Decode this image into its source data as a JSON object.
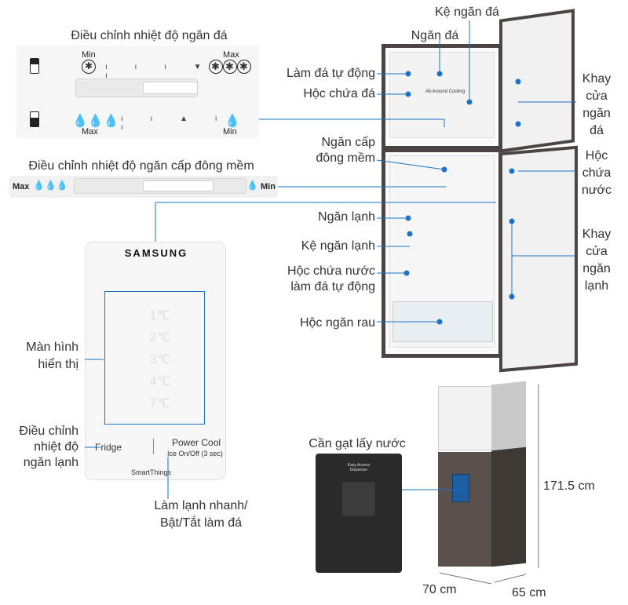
{
  "freezer_adjust": {
    "title": "Điều chỉnh nhiệt độ ngăn đá",
    "min": "Min",
    "max": "Max"
  },
  "soft_freeze_adjust": {
    "title": "Điều chỉnh nhiệt độ ngăn cấp đông mềm",
    "max": "Max",
    "min": "Min"
  },
  "fridge_labels_left": {
    "ke_ngan_da": "Kệ ngăn đá",
    "ngan_da": "Ngăn đá",
    "lam_da_tu_dong": "Làm đá tự động",
    "hoc_chua_da": "Hộc chứa đá",
    "ngan_cap_dong_mem": "Ngăn cấp\nđông mềm",
    "ngan_lanh": "Ngăn lạnh",
    "ke_ngan_lanh": "Kệ ngăn lạnh",
    "hoc_chua_nuoc_lam_da": "Hộc chứa nước\nlàm đá tự động",
    "hoc_ngan_rau": "Hộc ngăn rau"
  },
  "fridge_labels_right": {
    "khay_cua_ngan_da": "Khay\ncửa\nngăn\nđá",
    "hoc_chua_nuoc": "Hộc\nchứa\nnước",
    "khay_cua_ngan_lanh": "Khay\ncửa\nngăn\nlạnh"
  },
  "inner_text": {
    "all_around": "All-Around Cooling"
  },
  "control_panel": {
    "brand": "SAMSUNG",
    "fridge": "Fridge",
    "power_cool": "Power Cool",
    "ice_onoff": "Ice On/Off (3 sec)",
    "smartthings": "SmartThings",
    "display_label": "Màn hình\nhiển thị",
    "adjust_fridge": "Điều chỉnh\nnhiệt độ\nngăn lạnh",
    "quick_cool": "Làm lạnh nhanh/\nBật/Tắt làm đá"
  },
  "dispenser": {
    "lever_label": "Cần gạt lấy nước",
    "panel_text": "Easy Access\nDispenser"
  },
  "dimensions": {
    "height": "171.5 cm",
    "width": "70 cm",
    "depth": "65 cm"
  },
  "colors": {
    "accent_line": "#1a73c9",
    "fridge_body": "#5a514c",
    "fridge_top": "#f2f2f2"
  }
}
